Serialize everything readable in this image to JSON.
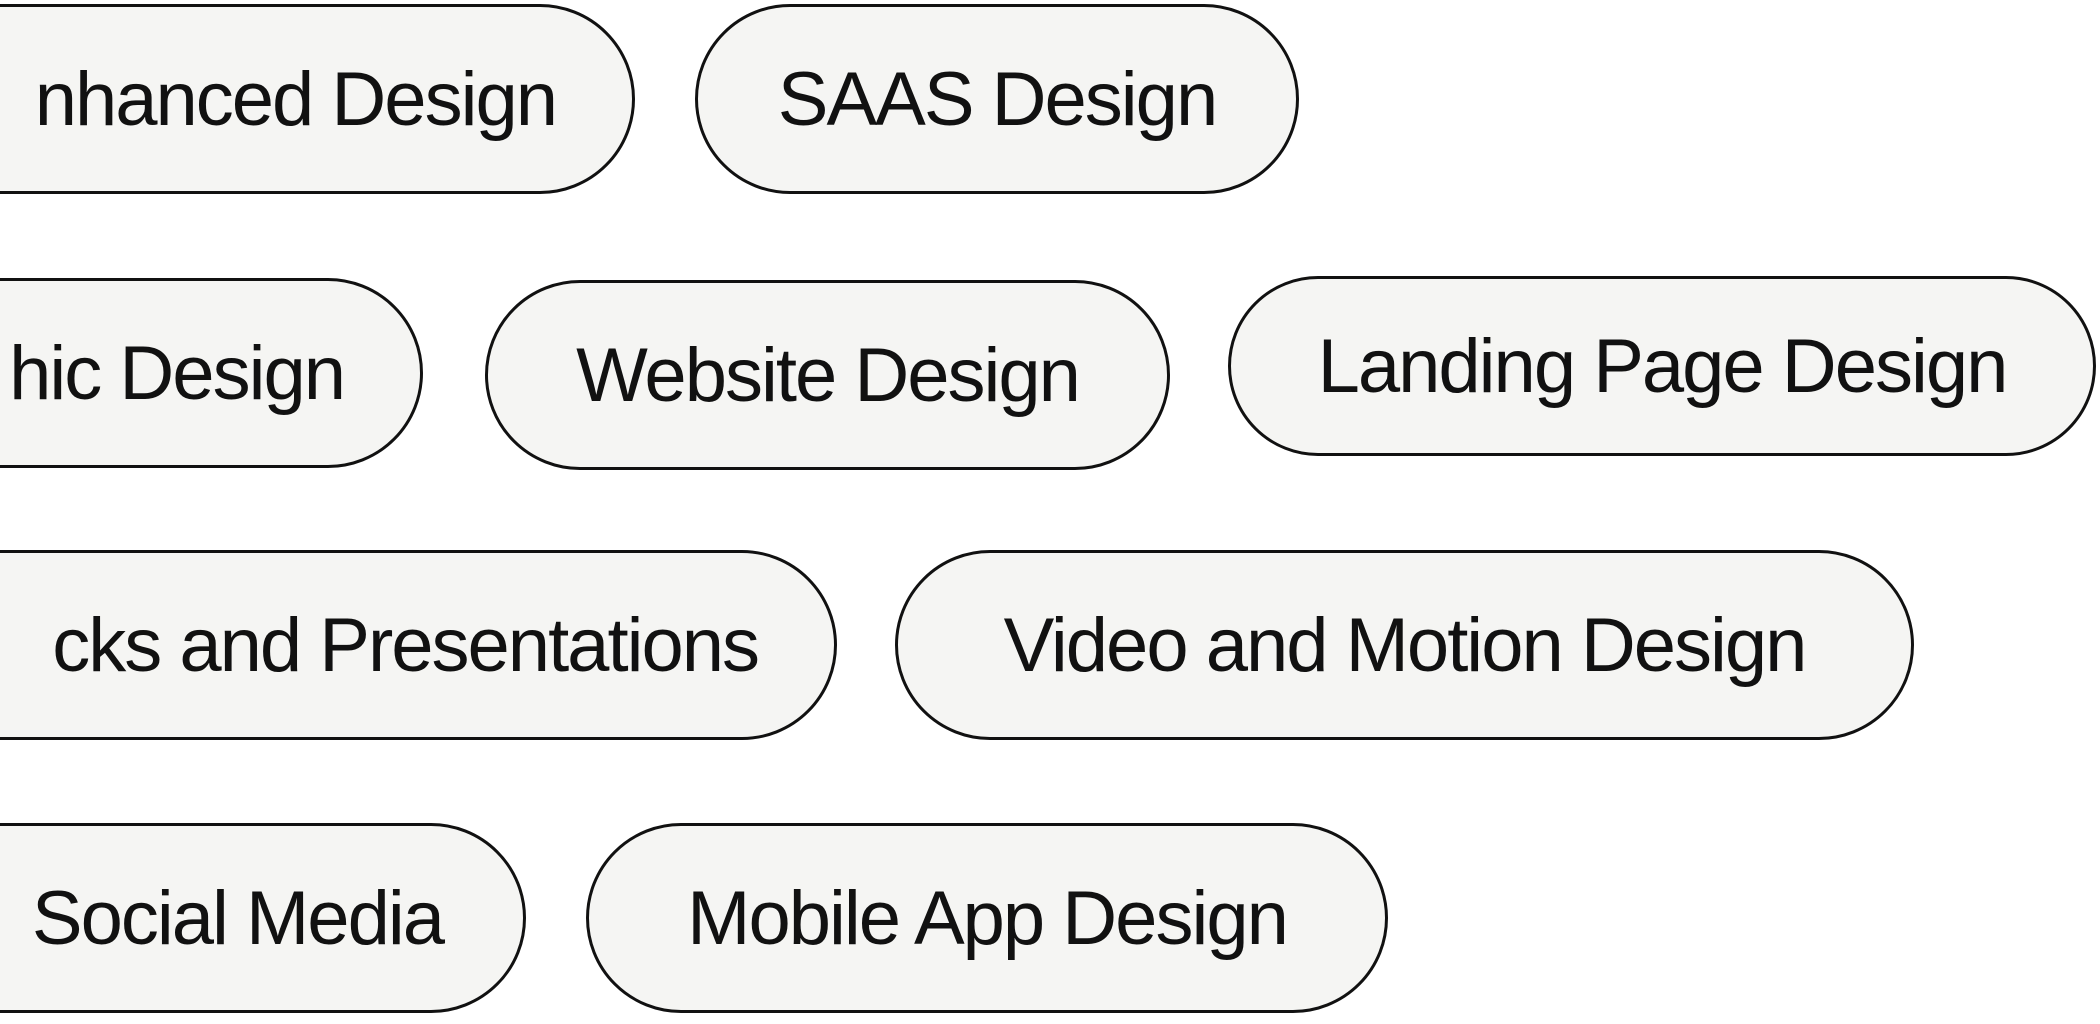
{
  "tags": {
    "row1": [
      "nhanced Design",
      "SAAS Design"
    ],
    "row2": [
      "hic Design",
      "Website Design",
      "Landing Page Design"
    ],
    "row3": [
      "cks and Presentations",
      "Video and Motion Design"
    ],
    "row4": [
      "Social Media",
      "Mobile App Design"
    ]
  },
  "colors": {
    "pill_bg": "#f5f5f3",
    "border": "#111111",
    "text": "#111111"
  }
}
